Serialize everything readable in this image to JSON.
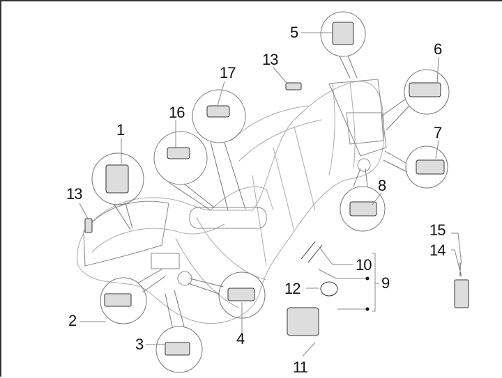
{
  "diagram": {
    "title": "Handlebar switches / ignition lock exploded view",
    "callouts": [
      {
        "id": "1",
        "label": "1",
        "part": "handlebar-switch-left-main"
      },
      {
        "id": "2",
        "label": "2",
        "part": "switch-lower-left"
      },
      {
        "id": "3",
        "label": "3",
        "part": "switch-bottom"
      },
      {
        "id": "4",
        "label": "4",
        "part": "hazard-button"
      },
      {
        "id": "5",
        "label": "5",
        "part": "switch-top-right"
      },
      {
        "id": "6",
        "label": "6",
        "part": "switch-right-upper"
      },
      {
        "id": "7",
        "label": "7",
        "part": "switch-right-lower"
      },
      {
        "id": "8",
        "label": "8",
        "part": "key-switch-right"
      },
      {
        "id": "9",
        "label": "9",
        "part": "ignition-lock-kit"
      },
      {
        "id": "10",
        "label": "10",
        "part": "keys"
      },
      {
        "id": "11",
        "label": "11",
        "part": "screw"
      },
      {
        "id": "12",
        "label": "12",
        "part": "ring"
      },
      {
        "id": "13a",
        "label": "13",
        "part": "bulb-left"
      },
      {
        "id": "13b",
        "label": "13",
        "part": "bulb-top"
      },
      {
        "id": "14",
        "label": "14",
        "part": "switch-stop"
      },
      {
        "id": "15",
        "label": "15",
        "part": "screw-small"
      },
      {
        "id": "16",
        "label": "16",
        "part": "button-16"
      },
      {
        "id": "17",
        "label": "17",
        "part": "button-17"
      }
    ]
  }
}
